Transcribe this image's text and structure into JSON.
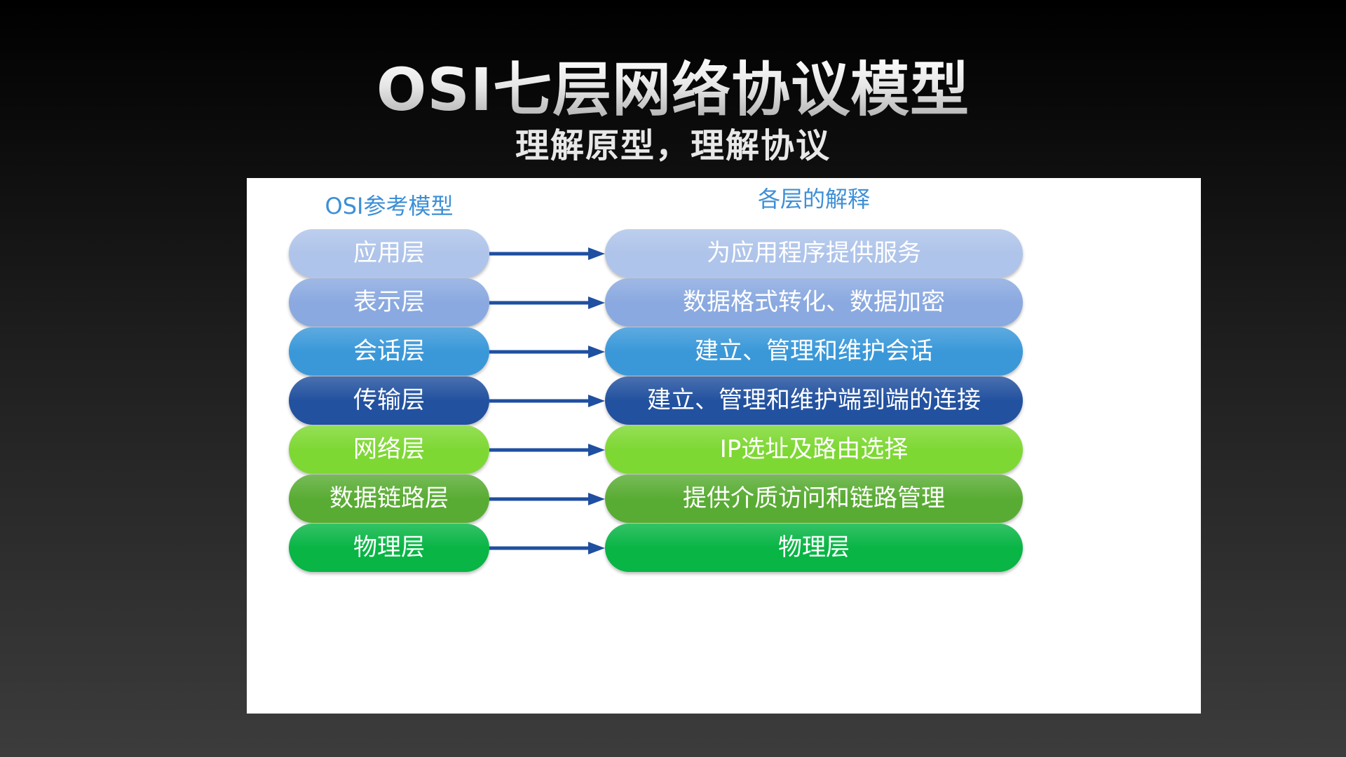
{
  "title": "OSI七层网络协议模型",
  "subtitle": "理解原型，理解协议",
  "left_header": "OSI参考模型",
  "right_header": "各层的解释",
  "arrow_color": "#1f4fa0",
  "layers": [
    {
      "name": "应用层",
      "description": "为应用程序提供服务",
      "color": "#afc4ea"
    },
    {
      "name": "表示层",
      "description": "数据格式转化、数据加密",
      "color": "#8aa9e0"
    },
    {
      "name": "会话层",
      "description": "建立、管理和维护会话",
      "color": "#3a98d9"
    },
    {
      "name": "传输层",
      "description": "建立、管理和维护端到端的连接",
      "color": "#22519f"
    },
    {
      "name": "网络层",
      "description": "IP选址及路由选择",
      "color": "#7ed833"
    },
    {
      "name": "数据链路层",
      "description": "提供介质访问和链路管理",
      "color": "#59ac33"
    },
    {
      "name": "物理层",
      "description": "物理层",
      "color": "#08b545"
    }
  ]
}
